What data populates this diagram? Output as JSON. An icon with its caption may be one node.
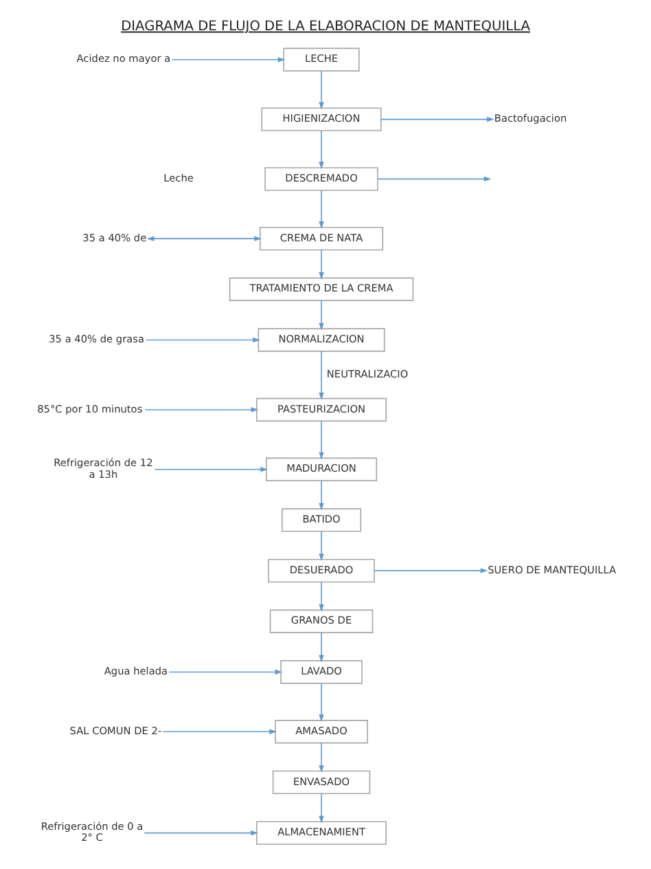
{
  "diagram": {
    "title": "DIAGRAMA DE FLUJO DE LA ELABORACION DE MANTEQUILLA",
    "nodes": [
      {
        "text": [
          "Acidez no mayor a"
        ]
      },
      {
        "text": [
          "LECHE"
        ]
      },
      {
        "text": [
          "HIGIENIZACION"
        ]
      },
      {
        "text": [
          "Bactofugacion"
        ]
      },
      {
        "text": [
          "DESCREMADO"
        ]
      },
      {
        "text": [
          "35 a 40% de"
        ]
      },
      {
        "text": [
          "CREMA DE NATA"
        ]
      },
      {
        "text": [
          "TRATAMIENTO DE LA CREMA"
        ]
      },
      {
        "text": [
          "35 a 40% de grasa"
        ]
      },
      {
        "text": [
          "NORMALIZACION"
        ]
      },
      {
        "text": [
          "85°C por 10 minutos"
        ]
      },
      {
        "text": [
          "PASTEURIZACION"
        ]
      },
      {
        "text": [
          "Refrigeración de 12 a 13h"
        ]
      },
      {
        "text": [
          "MADURACION"
        ]
      },
      {
        "text": [
          "BATIDO"
        ]
      },
      {
        "text": [
          "DESUERADO"
        ]
      },
      {
        "text": [
          "SUERO DE MANTEQUILLA"
        ]
      },
      {
        "text": [
          "GRANOS DE"
        ]
      },
      {
        "text": [
          "Agua helada"
        ]
      },
      {
        "text": [
          "LAVADO"
        ]
      },
      {
        "text": [
          "SAL COMUN DE 2-"
        ]
      },
      {
        "text": [
          "AMASADO"
        ]
      },
      {
        "text": [
          "ENVASADO"
        ]
      },
      {
        "text": [
          "Refrigeración de 0 a 2° C"
        ]
      },
      {
        "text": [
          "ALMACENAMIENT"
        ]
      }
    ],
    "edges": [
      {
        "from": 0,
        "to": 1,
        "arrow": "to"
      },
      {
        "from": 1,
        "to": 2,
        "arrow": "to"
      },
      {
        "from": 2,
        "to": 3,
        "arrow": "to"
      },
      {
        "from": 2,
        "to": 4,
        "arrow": "to"
      },
      {
        "from": 4,
        "to": null,
        "arrow": "to"
      },
      {
        "from": 5,
        "to": 6,
        "arrow": "both"
      },
      {
        "from": 4,
        "to": 6,
        "arrow": "to"
      },
      {
        "from": 6,
        "to": 7,
        "arrow": "to"
      },
      {
        "from": 7,
        "to": 9,
        "arrow": "to"
      },
      {
        "from": 8,
        "to": 9,
        "arrow": "to"
      },
      {
        "from": 9,
        "to": 11,
        "arrow": "to",
        "label": "NEUTRALIZACIO"
      },
      {
        "from": 10,
        "to": 11,
        "arrow": "to"
      },
      {
        "from": 11,
        "to": 13,
        "arrow": "to"
      },
      {
        "from": 12,
        "to": 13,
        "arrow": "to"
      },
      {
        "from": 13,
        "to": 14,
        "arrow": "to"
      },
      {
        "from": 14,
        "to": 15,
        "arrow": "to"
      },
      {
        "from": 15,
        "to": 16,
        "arrow": "to"
      },
      {
        "from": 15,
        "to": 17,
        "arrow": "to"
      },
      {
        "from": 17,
        "to": 19,
        "arrow": "to"
      },
      {
        "from": 18,
        "to": 19,
        "arrow": "to"
      },
      {
        "from": 19,
        "to": 21,
        "arrow": "to"
      },
      {
        "from": 20,
        "to": 21,
        "arrow": "to"
      },
      {
        "from": 21,
        "to": 22,
        "arrow": "to"
      },
      {
        "from": 22,
        "to": 24,
        "arrow": "to"
      },
      {
        "from": 23,
        "to": 24,
        "arrow": "to"
      }
    ],
    "labels": [
      "Leche"
    ]
  }
}
